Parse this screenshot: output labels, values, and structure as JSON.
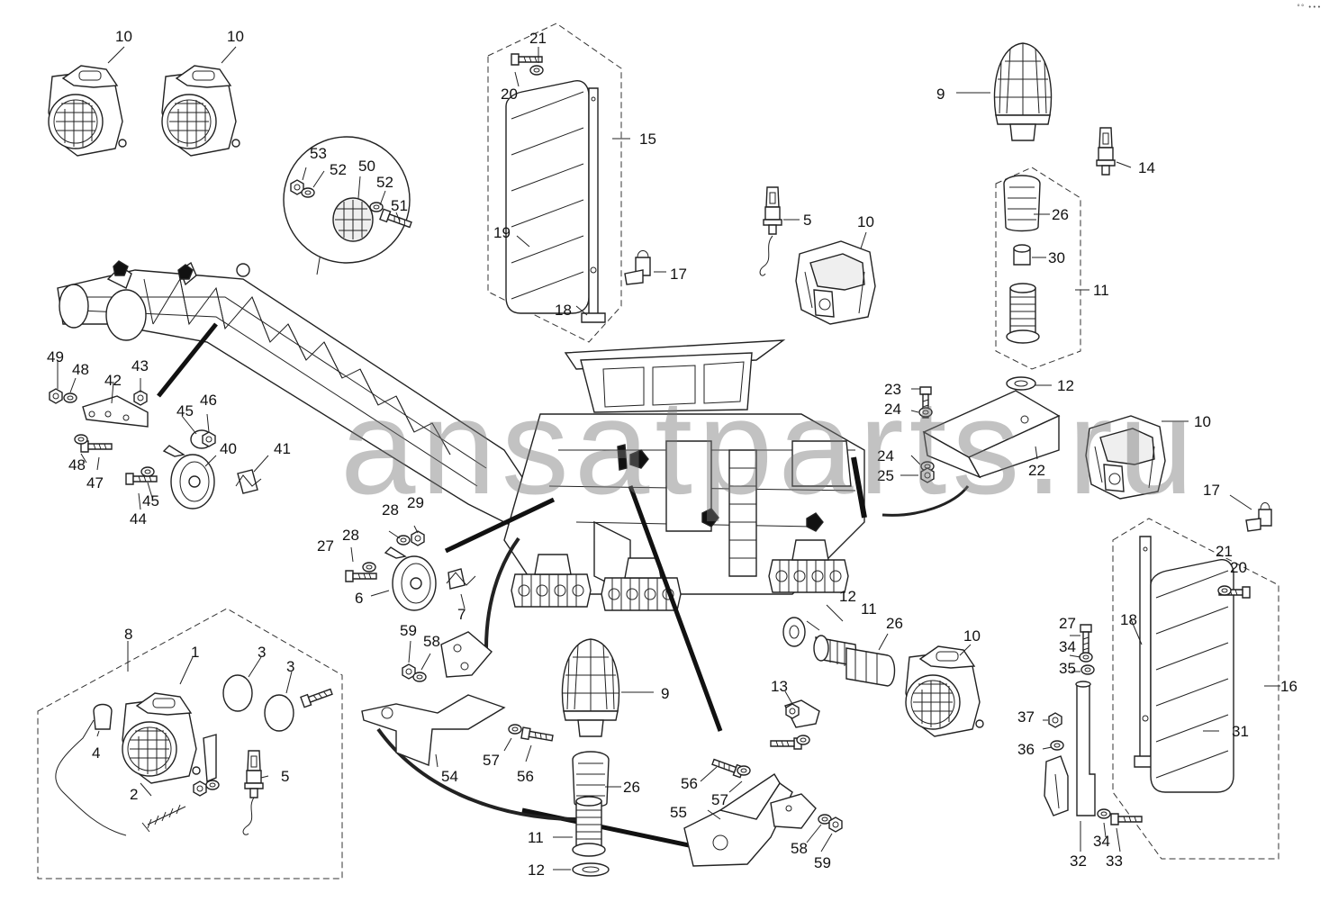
{
  "watermark": "ansatparts.ru",
  "corner_mark": "°° •••",
  "callouts": {
    "c10a": "10",
    "c10b": "10",
    "c10c": "10",
    "c10d": "10",
    "c10e": "10",
    "c21a": "21",
    "c20a": "20",
    "c15": "15",
    "c19": "19",
    "c18a": "18",
    "c17a": "17",
    "c9a": "9",
    "c14": "14",
    "c5a": "5",
    "c26a": "26",
    "c30": "30",
    "c11a": "11",
    "c53": "53",
    "c52a": "52",
    "c50": "50",
    "c52b": "52",
    "c51": "51",
    "c49": "49",
    "c48a": "48",
    "c42": "42",
    "c43": "43",
    "c45a": "45",
    "c46": "46",
    "c48b": "48",
    "c47": "47",
    "c40": "40",
    "c41": "41",
    "c44": "44",
    "c45b": "45",
    "c23": "23",
    "c12a": "12",
    "c24a": "24",
    "c24b": "24",
    "c25": "25",
    "c22": "22",
    "c17b": "17",
    "c21b": "21",
    "c20b": "20",
    "c18b": "18",
    "c16": "16",
    "c31": "31",
    "c29": "29",
    "c28a": "28",
    "c28b": "28",
    "c27a": "27",
    "c6": "6",
    "c7": "7",
    "c12b": "12",
    "c11b": "11",
    "c26b": "26",
    "c27b": "27",
    "c34a": "34",
    "c35": "35",
    "c37": "37",
    "c36": "36",
    "c32": "32",
    "c34b": "34",
    "c33": "33",
    "c8": "8",
    "c1": "1",
    "c3a": "3",
    "c3b": "3",
    "c4": "4",
    "c2": "2",
    "c5b": "5",
    "c59a": "59",
    "c58a": "58",
    "c54": "54",
    "c57a": "57",
    "c56a": "56",
    "c9b": "9",
    "c26c": "26",
    "c11c": "11",
    "c12c": "12",
    "c13": "13",
    "c56b": "56",
    "c57b": "57",
    "c55": "55",
    "c58b": "58",
    "c59b": "59"
  }
}
